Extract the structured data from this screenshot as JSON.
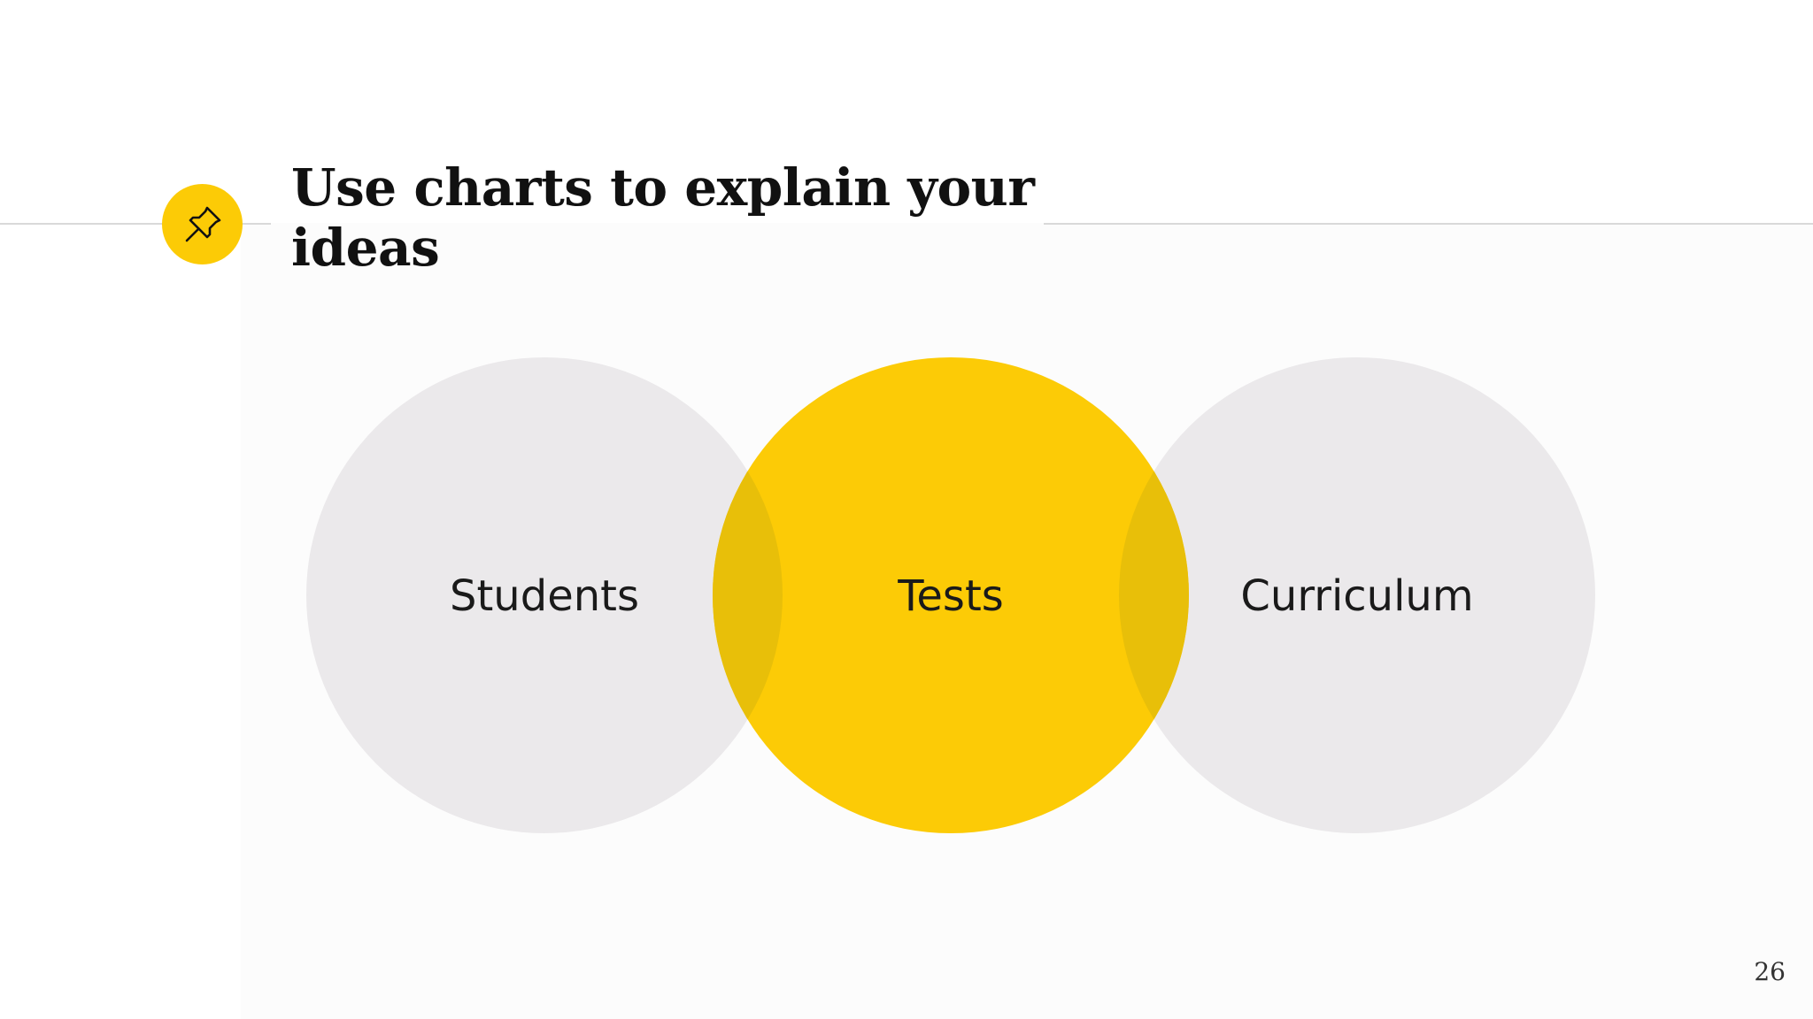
{
  "slide": {
    "title": "Use charts to explain your ideas",
    "page_number": "26",
    "icon": "pushpin-icon"
  },
  "diagram": {
    "type": "venn-row",
    "circles": [
      {
        "label": "Students",
        "color": "#ebe9eb",
        "highlighted": false
      },
      {
        "label": "Tests",
        "color": "#fccb06",
        "highlighted": true
      },
      {
        "label": "Curriculum",
        "color": "#ebe9eb",
        "highlighted": false
      }
    ],
    "overlap_color": "#e8bf09"
  },
  "colors": {
    "accent": "#fccb06",
    "rule": "#d9d9d9",
    "circle_neutral": "#ebe9eb",
    "text": "#111111"
  }
}
